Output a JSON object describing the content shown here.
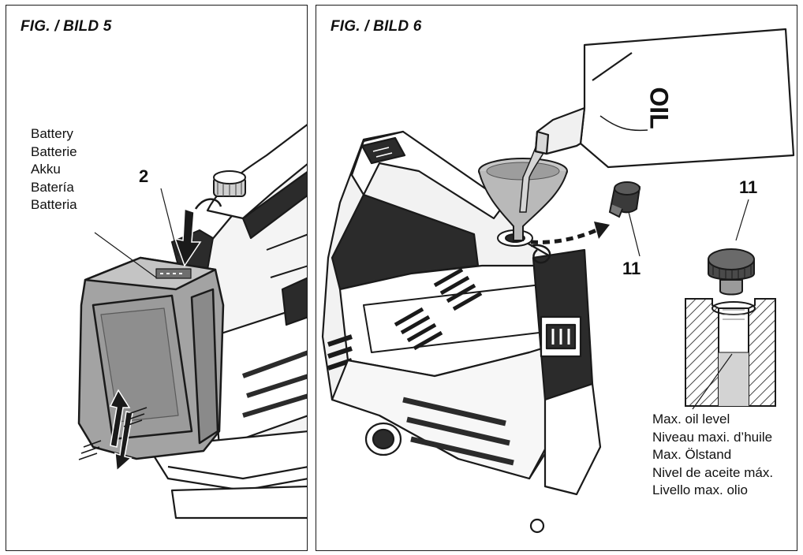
{
  "figure5": {
    "title": "FIG. / BILD 5",
    "battery_labels": [
      "Battery",
      "Batterie",
      "Akku",
      "Batería",
      "Batteria"
    ],
    "callout_number": "2"
  },
  "figure6": {
    "title": "FIG. / BILD 6",
    "bottle_label": "OIL",
    "cap_callout_left": "11",
    "cap_callout_right": "11",
    "oil_level_labels": [
      "Max. oil level",
      "Niveau maxi. d’huile",
      "Max. Ölstand",
      "Nivel de aceite máx.",
      "Livello max. olio"
    ]
  },
  "colors": {
    "border": "#1a1a1a",
    "machine_dark": "#2b2b2b",
    "machine_mid": "#8a8a8a",
    "battery_grey": "#9b9b9b",
    "funnel_grey": "#b9b9b9"
  },
  "icons": [
    "up-down-arrow-icon",
    "insert-arrow-icon",
    "dashed-curved-arrow-icon"
  ]
}
